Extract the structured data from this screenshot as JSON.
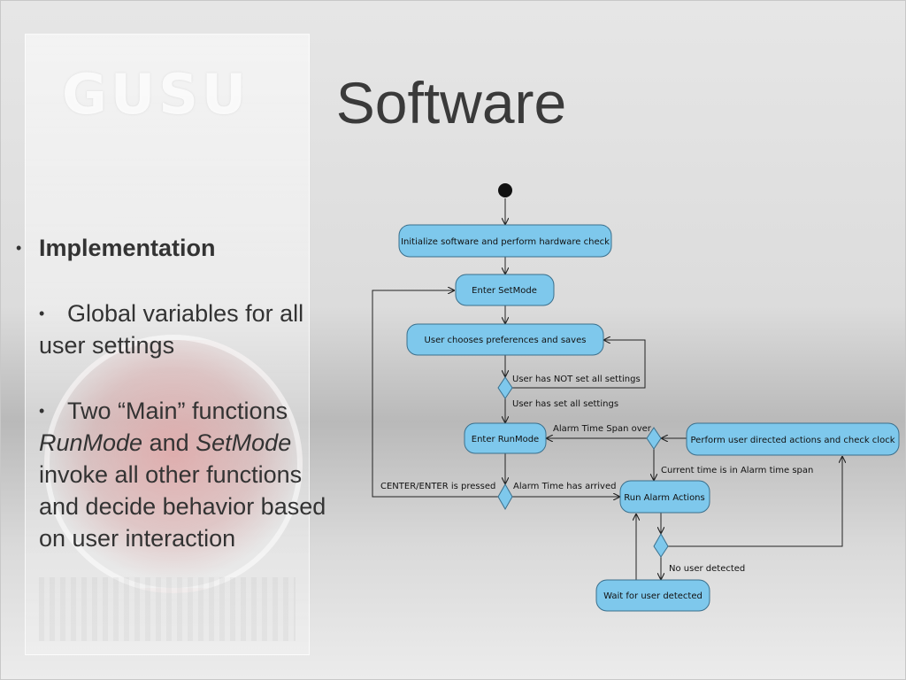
{
  "slide": {
    "title": "Software",
    "logo_text": "GUSU",
    "bullet_main": "Implementation",
    "sub1": {
      "line1": "Global variables for all",
      "line2": "user settings"
    },
    "sub2": {
      "line1": "Two “Main” functions",
      "runmode": "RunMode",
      "and": " and ",
      "setmode": "SetMode",
      "line3": "invoke all other functions",
      "line4": "and decide behavior based",
      "line5": "on user interaction"
    }
  },
  "diagram": {
    "colors": {
      "node_fill": "#7ec8ec",
      "node_stroke": "#3a6f8c",
      "edge": "#222222"
    },
    "nodes": {
      "init": "Initialize software and perform hardware check",
      "setmode": "Enter SetMode",
      "prefs": "User chooses preferences and saves",
      "runmode": "Enter RunMode",
      "perform": "Perform user directed actions and check clock",
      "alarm": "Run Alarm Actions",
      "wait": "Wait for user detected"
    },
    "edge_labels": {
      "not_set": "User has NOT set all settings",
      "set": "User has set all settings",
      "span_over": "Alarm Time Span over",
      "in_span": "Current time is in Alarm time span",
      "center_enter": "CENTER/ENTER is pressed",
      "arrived": "Alarm Time has arrived",
      "no_user": "No user detected"
    }
  }
}
